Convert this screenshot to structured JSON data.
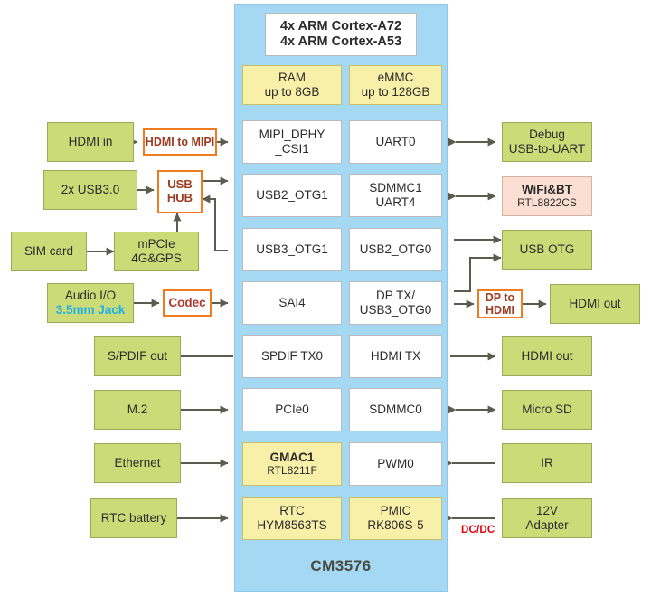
{
  "diagram": {
    "soc": {
      "name": "CM3576",
      "cpu": {
        "line1": "4x ARM Cortex-A72",
        "line2": "4x ARM Cortex-A53"
      },
      "memory": [
        {
          "line1": "RAM",
          "line2": "up to 8GB"
        },
        {
          "line1": "eMMC",
          "line2": "up to 128GB"
        }
      ],
      "left_ip": [
        {
          "line1": "MIPI_DPHY",
          "line2": "_CSI1"
        },
        {
          "line1": "USB2_OTG1",
          "line2": ""
        },
        {
          "line1": "USB3_OTG1",
          "line2": ""
        },
        {
          "line1": "SAI4",
          "line2": ""
        },
        {
          "line1": "SPDIF TX0",
          "line2": ""
        },
        {
          "line1": "PCIe0",
          "line2": ""
        },
        {
          "line1": "GMAC1",
          "line2": "RTL8211F"
        },
        {
          "line1": "RTC",
          "line2": "HYM8563TS"
        }
      ],
      "right_ip": [
        {
          "line1": "UART0",
          "line2": ""
        },
        {
          "line1": "SDMMC1",
          "line2": "UART4"
        },
        {
          "line1": "USB2_OTG0",
          "line2": ""
        },
        {
          "line1": "DP TX/",
          "line2": "USB3_OTG0"
        },
        {
          "line1": "HDMI TX",
          "line2": ""
        },
        {
          "line1": "SDMMC0",
          "line2": ""
        },
        {
          "line1": "PWM0",
          "line2": ""
        },
        {
          "line1": "PMIC",
          "line2": "RK806S-5"
        }
      ]
    },
    "left_peripherals": [
      {
        "line1": "HDMI in",
        "line2": ""
      },
      {
        "line1": "2x USB3.0",
        "line2": ""
      },
      {
        "line1": "SIM card",
        "line2": ""
      },
      {
        "line1": "mPCIe",
        "line2": "4G&GPS"
      },
      {
        "line1": "Audio I/O",
        "line2": "3.5mm Jack"
      },
      {
        "line1": "S/PDIF out",
        "line2": ""
      },
      {
        "line1": "M.2",
        "line2": ""
      },
      {
        "line1": "Ethernet",
        "line2": ""
      },
      {
        "line1": "RTC battery",
        "line2": ""
      }
    ],
    "left_bridges": [
      {
        "line1": "HDMI to MIPI",
        "line2": ""
      },
      {
        "line1": "USB",
        "line2": "HUB"
      },
      {
        "line1": "Codec",
        "line2": ""
      }
    ],
    "right_peripherals": [
      {
        "line1": "Debug",
        "line2": "USB-to-UART"
      },
      {
        "line1": "WiFi&BT",
        "line2": "RTL8822CS"
      },
      {
        "line1": "USB OTG",
        "line2": ""
      },
      {
        "line1": "HDMI out",
        "line2": ""
      },
      {
        "line1": "HDMI out",
        "line2": ""
      },
      {
        "line1": "Micro SD",
        "line2": ""
      },
      {
        "line1": "IR",
        "line2": ""
      },
      {
        "line1": "12V",
        "line2": "Adapter"
      }
    ],
    "right_bridges": [
      {
        "line1": "DP to",
        "line2": "HDMI"
      }
    ],
    "annotations": [
      {
        "text": "DC/DC"
      }
    ],
    "colors": {
      "soc_fill": "#a5d8f3",
      "peripheral_fill": "#cbdb78",
      "ip_fill": "#ffffff",
      "module_fill": "#f8f0a8",
      "wireless_fill": "#fadfd2",
      "bridge_stroke": "#f07c20",
      "edge_stroke": "#5c5c4e",
      "power_label": "#e8000d",
      "jack_label": "#1eb0e6"
    }
  }
}
